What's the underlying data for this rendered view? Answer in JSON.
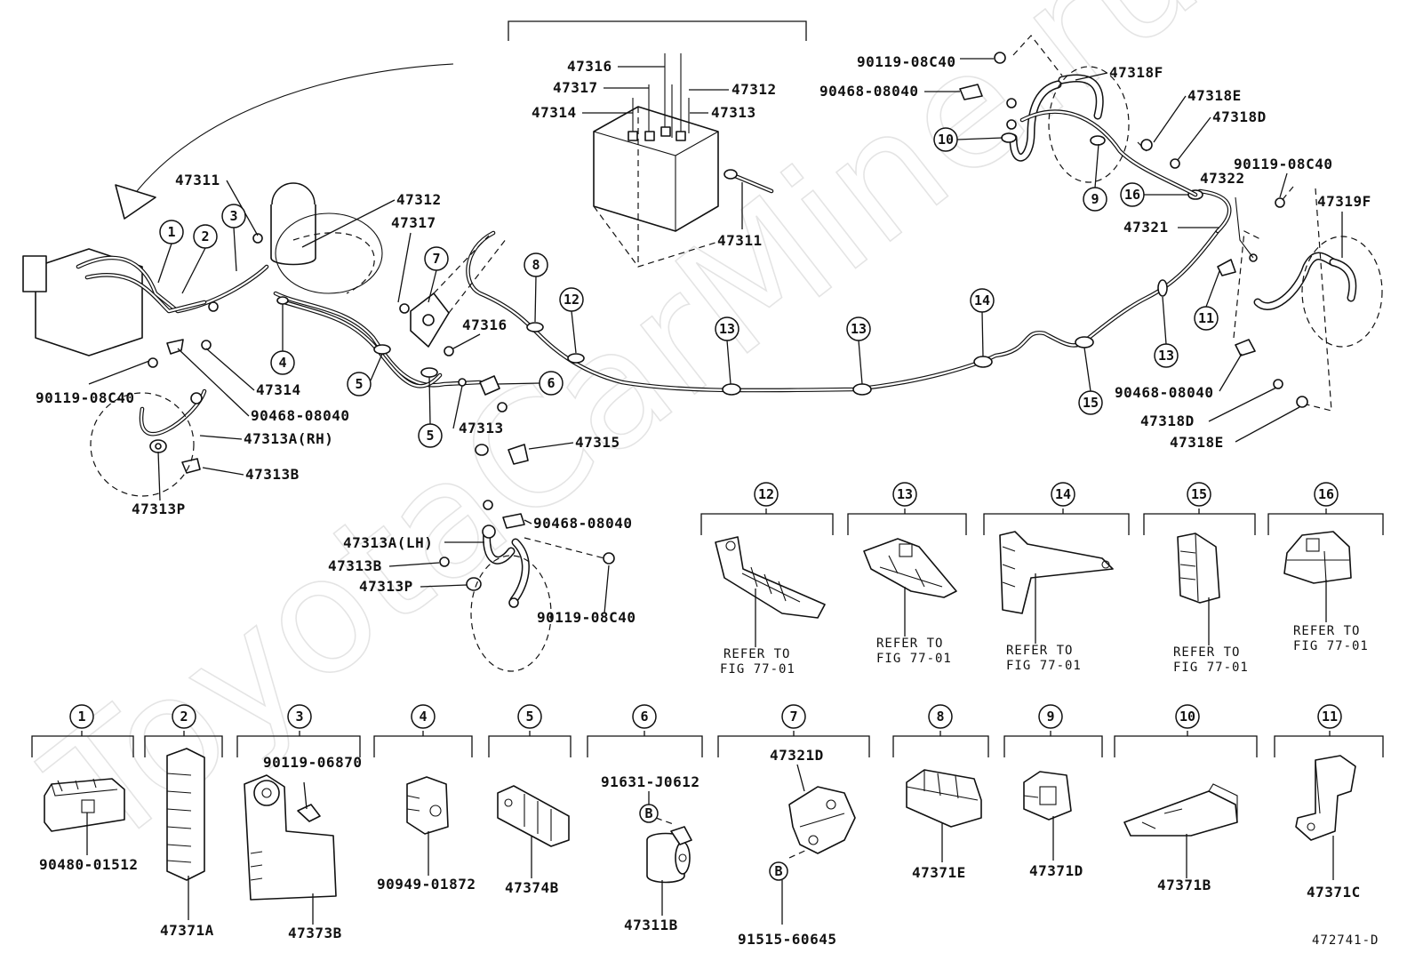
{
  "watermark": "ToyotaCarMine.ru",
  "figure_id": "472741-D",
  "refer_text_line1": "REFER TO",
  "refer_text_line2": "FIG 77-01",
  "callout_b": "B",
  "labels": {
    "p47316_top": "47316",
    "p47317_top": "47317",
    "p47314_top": "47314",
    "p47312_top": "47312",
    "p47313_top": "47313",
    "p47311_top": "47311",
    "p47311_left": "47311",
    "p47312_left": "47312",
    "p47317_left": "47317",
    "p47316_mid": "47316",
    "p47314_left": "47314",
    "p47313_mid": "47313",
    "p47315": "47315",
    "p90119_left": "90119-08C40",
    "p90468_left": "90468-08040",
    "p47313a_rh": "47313A(RH)",
    "p47313b_left": "47313B",
    "p47313p_left": "47313P",
    "p47313a_lh": "47313A(LH)",
    "p47313b_mid": "47313B",
    "p47313p_mid": "47313P",
    "p90468_mid": "90468-08040",
    "p90119_mid": "90119-08C40",
    "p90119_tr": "90119-08C40",
    "p90468_tr": "90468-08040",
    "p47318f": "47318F",
    "p47318e_top": "47318E",
    "p47318d_top": "47318D",
    "p47322": "47322",
    "p47321": "47321",
    "p90119_right": "90119-08C40",
    "p47319f": "47319F",
    "p90468_right": "90468-08040",
    "p47318d_bot": "47318D",
    "p47318e_bot": "47318E",
    "d1_part": "90480-01512",
    "d2_part": "47371A",
    "d3_bolt": "90119-06870",
    "d3_part": "47373B",
    "d4_part": "90949-01872",
    "d5_part": "47374B",
    "d6_bolt": "91631-J0612",
    "d6_part": "47311B",
    "d7_part": "47321D",
    "d7_bolt": "91515-60645",
    "d8_part": "47371E",
    "d9_part": "47371D",
    "d10_part": "47371B",
    "d11_part": "47371C"
  },
  "callouts_main": [
    "1",
    "2",
    "3",
    "4",
    "5",
    "5",
    "6",
    "7",
    "8",
    "9",
    "10",
    "11",
    "12",
    "13",
    "13",
    "13",
    "14",
    "15",
    "16"
  ],
  "callouts_detail_top": [
    "12",
    "13",
    "14",
    "15",
    "16"
  ],
  "callouts_detail_bottom": [
    "1",
    "2",
    "3",
    "4",
    "5",
    "6",
    "7",
    "8",
    "9",
    "10",
    "11"
  ]
}
